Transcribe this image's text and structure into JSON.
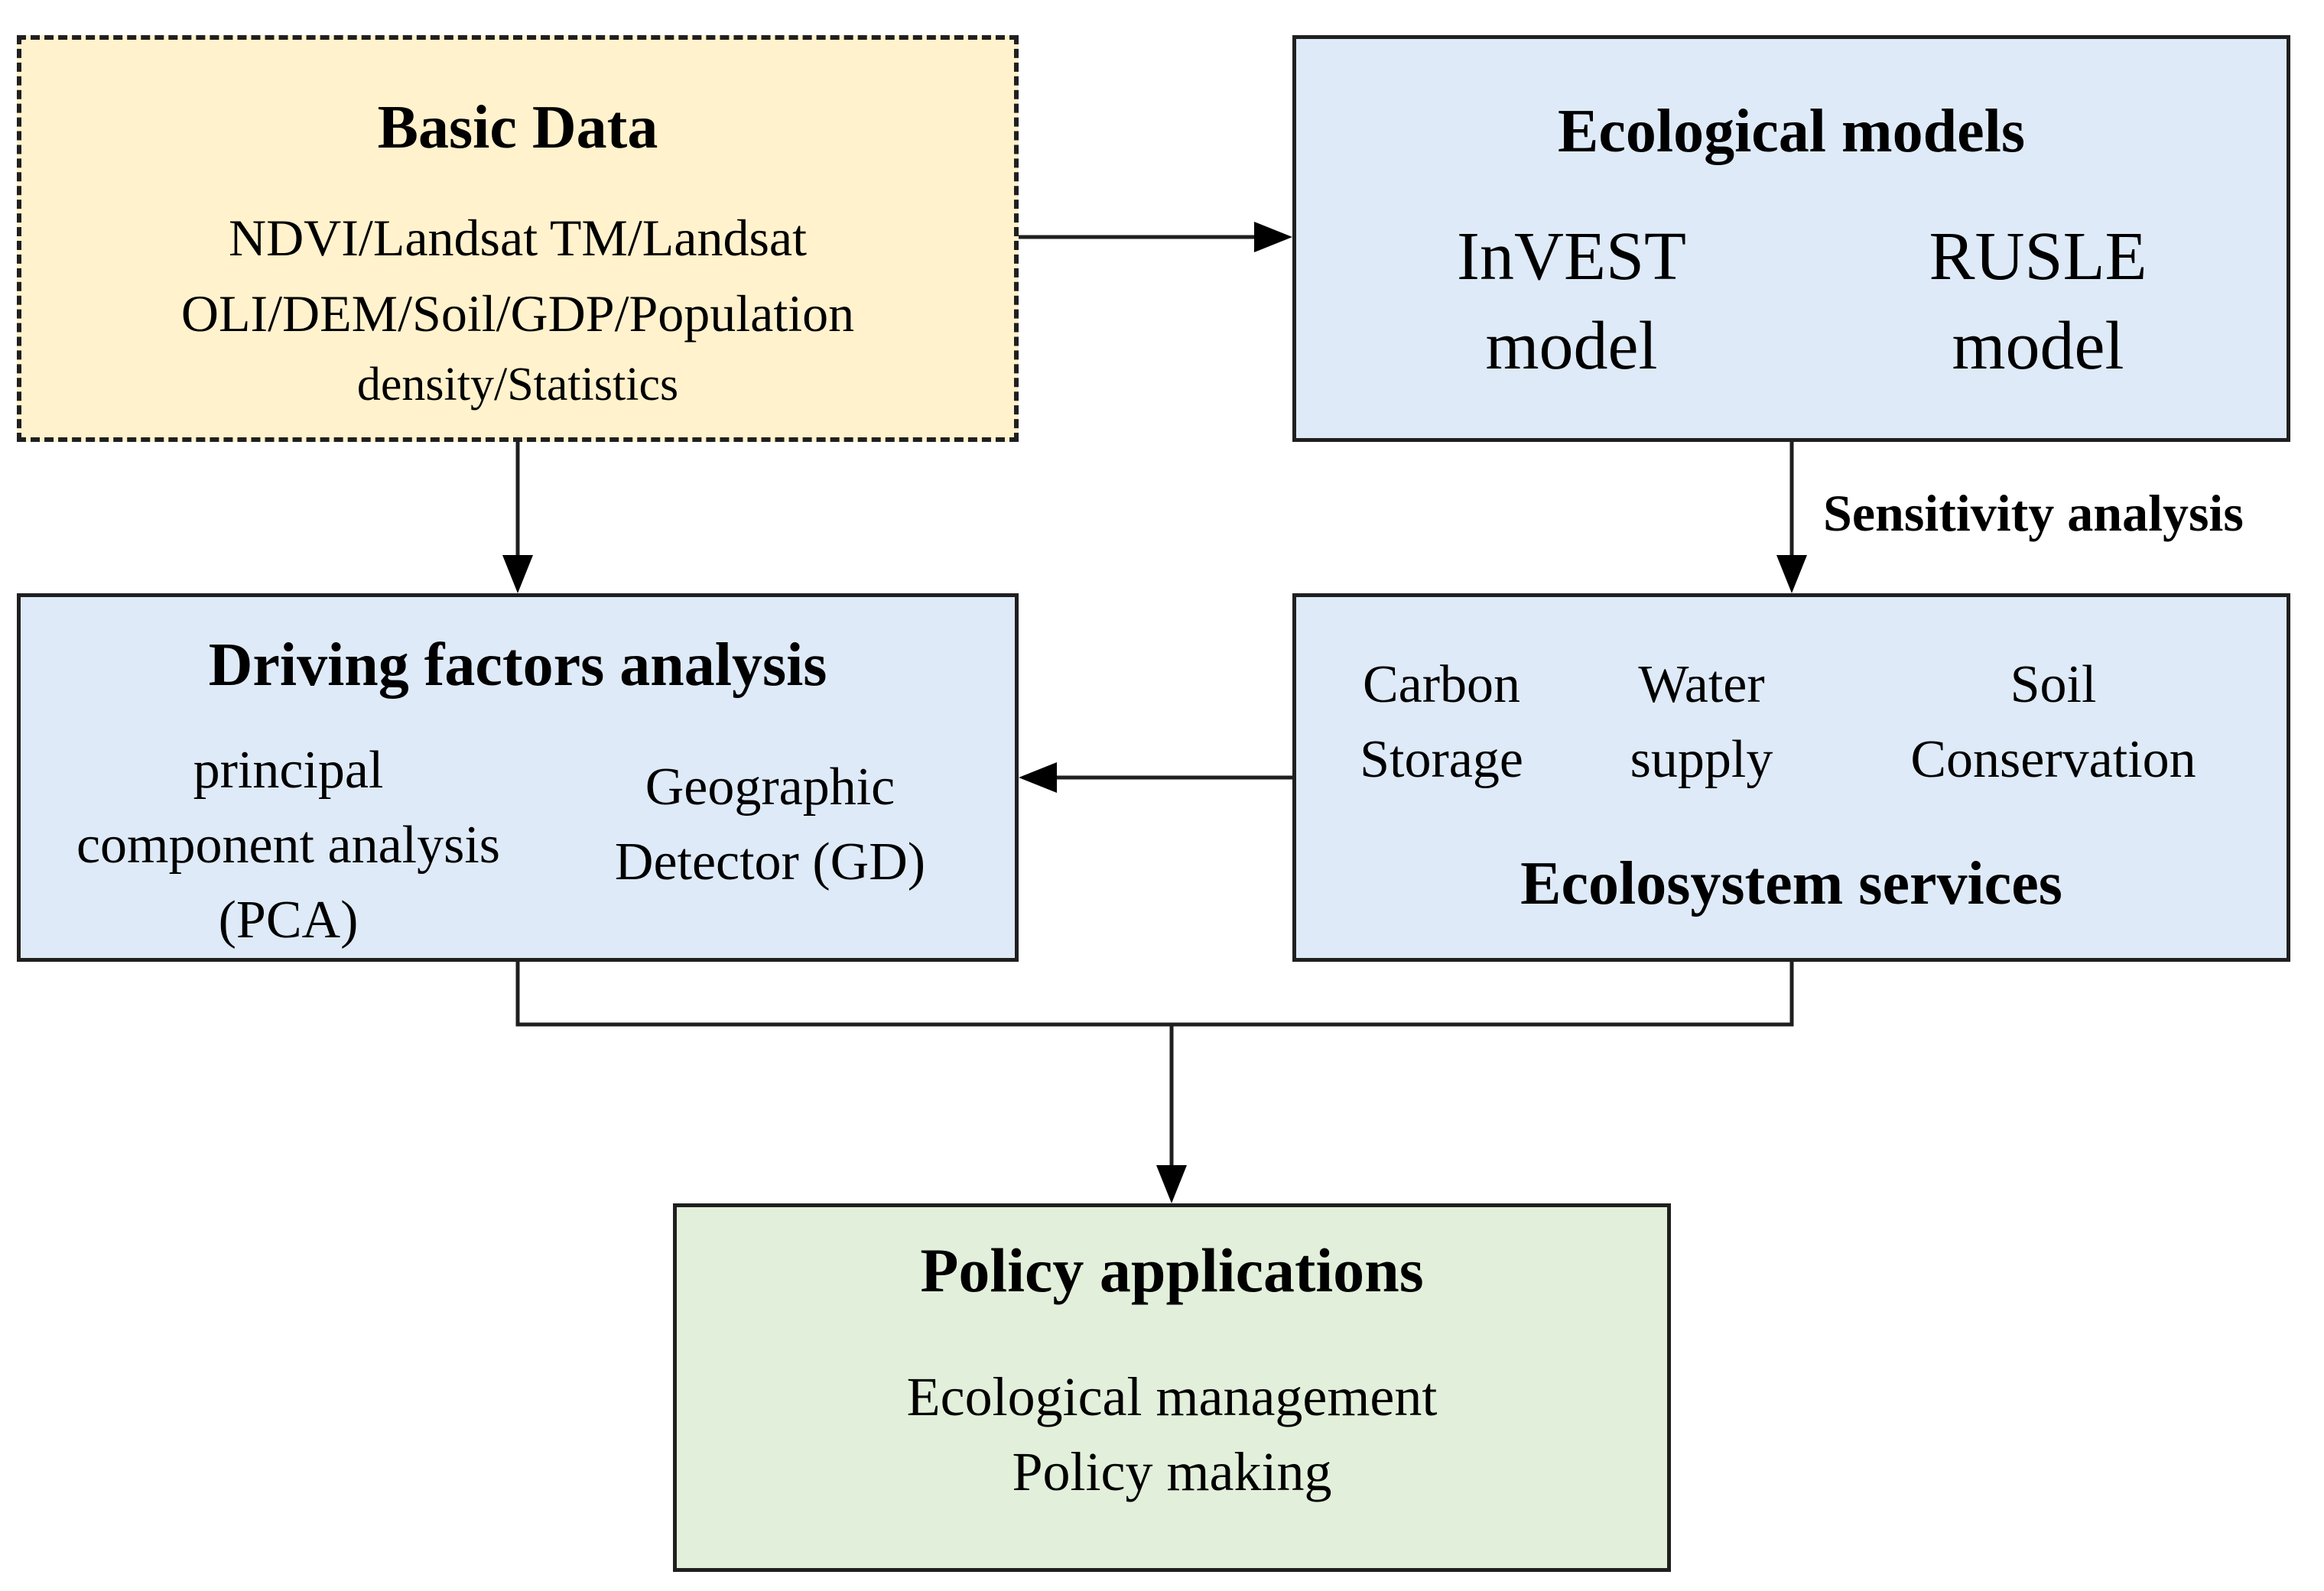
{
  "colors": {
    "basic_fill": "#fff2cc",
    "blue_fill": "#deeaf7",
    "green_fill": "#e2efda",
    "stroke": "#1f1f1f"
  },
  "basic_data": {
    "title": "Basic Data",
    "lines": [
      "NDVI/Landsat TM/Landsat",
      "OLI/DEM/Soil/GDP/Population",
      "density/Statistics"
    ]
  },
  "ecological_models": {
    "title": "Ecological models",
    "invest": [
      "InVEST",
      "model"
    ],
    "rusle": [
      "RUSLE",
      "model"
    ]
  },
  "sensitivity_label": "Sensitivity analysis",
  "driving_factors": {
    "title": "Driving factors analysis",
    "pca": [
      "principal",
      "component analysis",
      "(PCA)"
    ],
    "gd": [
      "Geographic",
      "Detector (GD)"
    ]
  },
  "ecosystem_services": {
    "title": "Ecolosystem services",
    "carbon": [
      "Carbon",
      "Storage"
    ],
    "water": [
      "Water",
      "supply"
    ],
    "soil": [
      "Soil",
      "Conservation"
    ]
  },
  "policy": {
    "title": "Policy applications",
    "lines": [
      "Ecological management",
      "Policy making"
    ]
  }
}
